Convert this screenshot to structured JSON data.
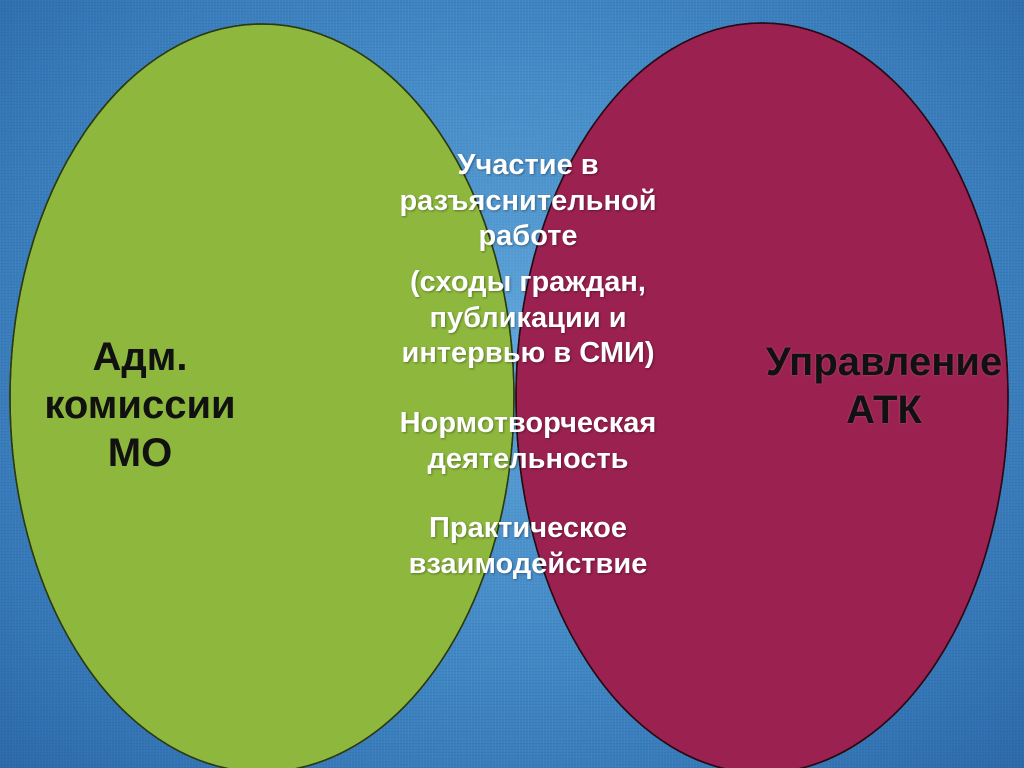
{
  "left_circle": {
    "label": "Адм.\nкомиссии\nМО",
    "color": "#8db83d"
  },
  "right_circle": {
    "label": "Управление\nАТК",
    "color": "#9a2150"
  },
  "intersection": {
    "color": "#c4401f",
    "items": [
      "Участие в\nразъяснительной\nработе",
      "(сходы граждан,\nпубликации и\nинтервью в СМИ)",
      "Нормотворческая\nдеятельность",
      "Практическое\nвзаимодействие"
    ]
  },
  "background_color": "#3f86c4"
}
